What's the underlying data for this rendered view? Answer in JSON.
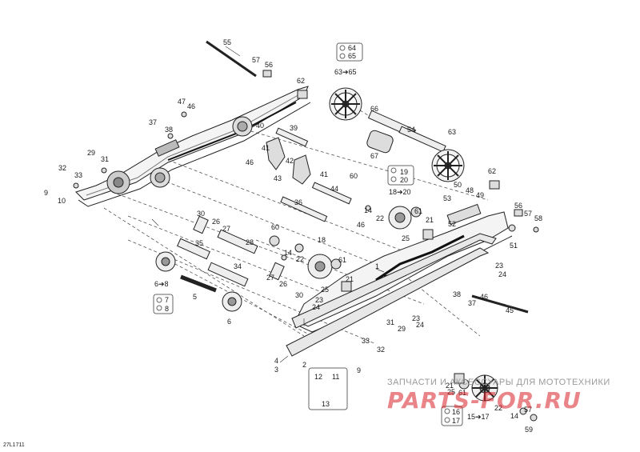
{
  "diagram_code": "27L1711",
  "watermark": {
    "tagline": "ЗАПЧАСТИ И АКСЕССУАРЫ ДЛЯ МОТОТЕХНИКИ",
    "brand": "PARTS-FOR.RU"
  },
  "labels": {
    "l55": "55",
    "l57a": "57",
    "l56a": "56",
    "l64": "64",
    "l65": "65",
    "l63_65": "63➔65",
    "l62a": "62",
    "l47": "47",
    "l46a": "46",
    "l37a": "37",
    "l38a": "38",
    "l40": "40",
    "l39": "39",
    "l66": "66",
    "l54": "54",
    "l63": "63",
    "l29a": "29",
    "l31a": "31",
    "l41a": "41",
    "l46b": "46",
    "l42": "42",
    "l41b": "41",
    "l67": "67",
    "l32a": "32",
    "l33a": "33",
    "l9a": "9",
    "l10": "10",
    "l43": "43",
    "l60a": "60",
    "l19": "19",
    "l20": "20",
    "l18_20": "18➔20",
    "l50": "50",
    "l48": "48",
    "l49": "49",
    "l62b": "62",
    "l44": "44",
    "l53": "53",
    "l36": "36",
    "l14a": "14",
    "l22a": "22",
    "l61a": "61",
    "l21a": "21",
    "l52": "52",
    "l56b": "56",
    "l57b": "57",
    "l58": "58",
    "l46c": "46",
    "l30a": "30",
    "l26a": "26",
    "l27a": "27",
    "l60b": "60",
    "l25a": "25",
    "l51": "51",
    "l35": "35",
    "l28": "28",
    "l18": "18",
    "l14b": "14",
    "l22b": "22",
    "l1": "1",
    "l61b": "61",
    "l6_8": "6➔8",
    "l34": "34",
    "l27b": "27",
    "l26b": "26",
    "l21b": "21",
    "l23a": "23",
    "l24a": "24",
    "l25b": "25",
    "l7": "7",
    "l8": "8",
    "l5": "5",
    "l30b": "30",
    "l23b": "23",
    "l24b": "24",
    "l38b": "38",
    "l37b": "37",
    "l46d": "46",
    "l45": "45",
    "l6": "6",
    "l23c": "23",
    "l31b": "31",
    "l24c": "24",
    "l29b": "29",
    "l33b": "33",
    "l32b": "32",
    "l4": "4",
    "l2": "2",
    "l3": "3",
    "l9b": "9",
    "l12": "12",
    "l11": "11",
    "l13": "13",
    "l21c": "21",
    "l25c": "25",
    "l61c": "61",
    "l22c": "22",
    "l14c": "14",
    "l57c": "57",
    "l16": "16",
    "l17": "17",
    "l15_17": "15➔17",
    "l59": "59"
  }
}
